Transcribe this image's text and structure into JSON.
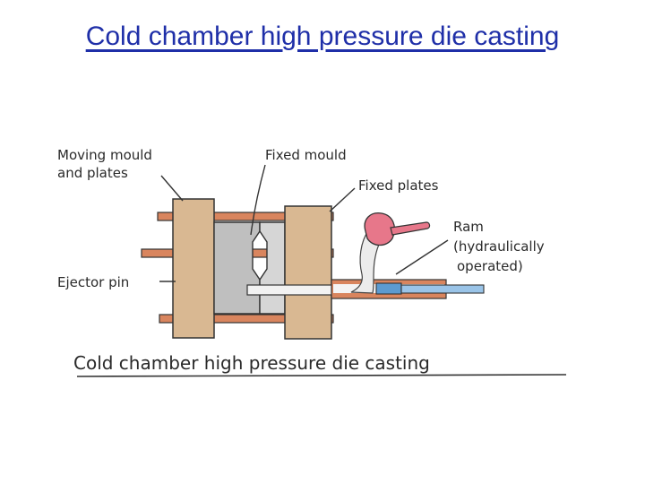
{
  "title": "Cold chamber high pressure die casting",
  "diagram": {
    "labels": {
      "moving_mould_line1": "Moving mould",
      "moving_mould_line2": "and plates",
      "fixed_mould": "Fixed mould",
      "fixed_plates": "Fixed plates",
      "ram_line1": "Ram",
      "ram_line2": "(hydraulically",
      "ram_line3": "operated)",
      "ejector_pin": "Ejector pin"
    },
    "caption": "Cold chamber high pressure die casting"
  },
  "colors": {
    "title": "#1f2fa8",
    "plate": "#d9b892",
    "rod": "#d9855e",
    "mould": "#c9c9c9",
    "ladle": "#e7778a",
    "ram": "#88b8e0"
  }
}
